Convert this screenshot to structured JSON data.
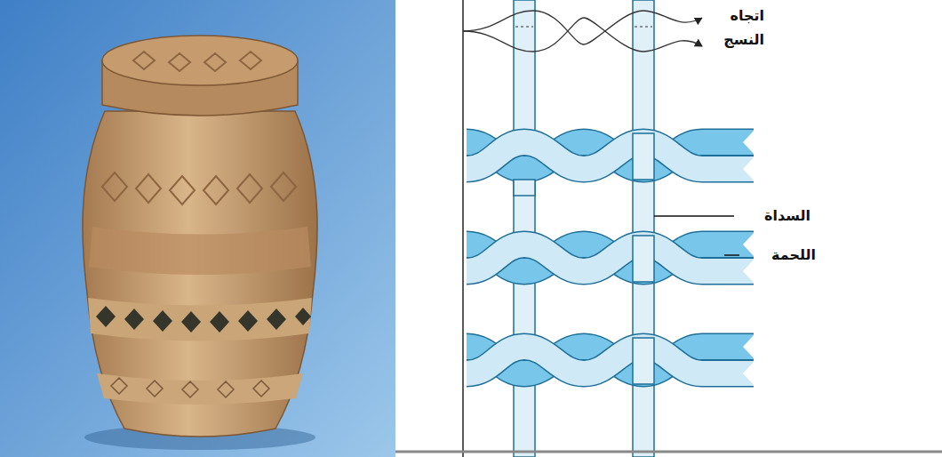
{
  "diagram": {
    "labels": [
      "اتجاه النسج",
      "السداة",
      "اللحمة"
    ]
  }
}
